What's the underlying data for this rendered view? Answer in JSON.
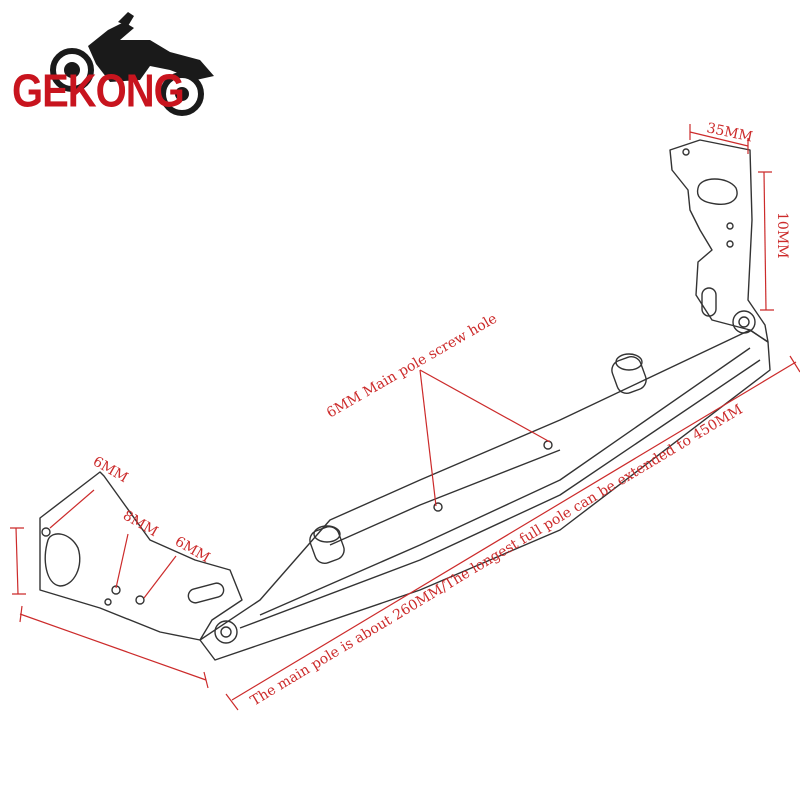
{
  "brand": {
    "name": "GEKONG",
    "color": "#c8141e"
  },
  "annotations": {
    "top_width": "35MM",
    "top_height": "10MM",
    "screw_hole": "6MM Main pole screw hole",
    "left_hole_1": "6MM",
    "left_hole_2": "8MM",
    "left_hole_3": "6MM",
    "pole_length": "The main pole is about 260MM/The longest full pole can be extended to 450MM"
  },
  "colors": {
    "annotation": "#cc2b2b",
    "line_art": "#333333"
  }
}
